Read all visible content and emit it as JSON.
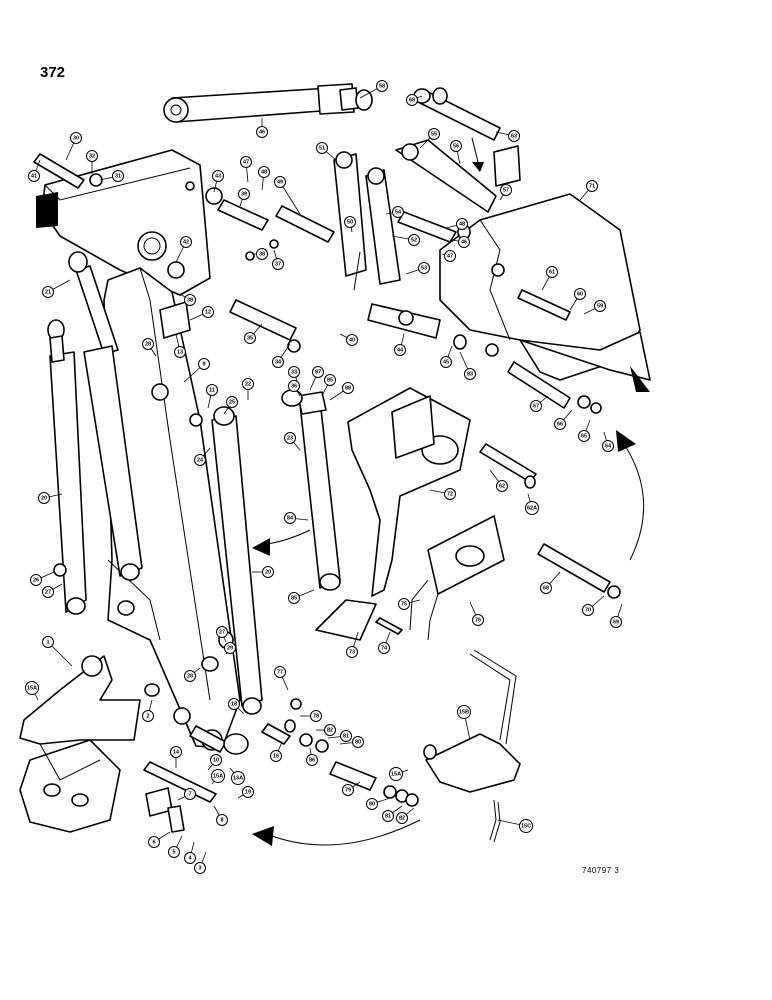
{
  "page": {
    "number": "372",
    "figure_code": "740797 3"
  },
  "callouts": [
    {
      "id": "c-58",
      "label": "58"
    },
    {
      "id": "c-46a",
      "label": "46"
    },
    {
      "id": "c-68a",
      "label": "68"
    },
    {
      "id": "c-63",
      "label": "63"
    },
    {
      "id": "c-30",
      "label": "30"
    },
    {
      "id": "c-32",
      "label": "32"
    },
    {
      "id": "c-41",
      "label": "41"
    },
    {
      "id": "c-31",
      "label": "31"
    },
    {
      "id": "c-43",
      "label": "43"
    },
    {
      "id": "c-47a",
      "label": "47"
    },
    {
      "id": "c-48a",
      "label": "48"
    },
    {
      "id": "c-39",
      "label": "39"
    },
    {
      "id": "c-49",
      "label": "49"
    },
    {
      "id": "c-51",
      "label": "51"
    },
    {
      "id": "c-55",
      "label": "55"
    },
    {
      "id": "c-56",
      "label": "56"
    },
    {
      "id": "c-57",
      "label": "57"
    },
    {
      "id": "c-71",
      "label": "71"
    },
    {
      "id": "c-50",
      "label": "50"
    },
    {
      "id": "c-54",
      "label": "54"
    },
    {
      "id": "c-52",
      "label": "52"
    },
    {
      "id": "c-48b",
      "label": "48"
    },
    {
      "id": "c-46b",
      "label": "46"
    },
    {
      "id": "c-47b",
      "label": "47"
    },
    {
      "id": "c-38a",
      "label": "38"
    },
    {
      "id": "c-37",
      "label": "37"
    },
    {
      "id": "c-42",
      "label": "42"
    },
    {
      "id": "c-53",
      "label": "53"
    },
    {
      "id": "c-61",
      "label": "61"
    },
    {
      "id": "c-60",
      "label": "60"
    },
    {
      "id": "c-59",
      "label": "59"
    },
    {
      "id": "c-21",
      "label": "21"
    },
    {
      "id": "c-38b",
      "label": "38"
    },
    {
      "id": "c-12",
      "label": "12"
    },
    {
      "id": "c-13",
      "label": "13"
    },
    {
      "id": "c-35",
      "label": "35"
    },
    {
      "id": "c-34",
      "label": "34"
    },
    {
      "id": "c-40",
      "label": "40"
    },
    {
      "id": "c-44",
      "label": "44"
    },
    {
      "id": "c-45",
      "label": "45"
    },
    {
      "id": "c-83",
      "label": "83"
    },
    {
      "id": "c-28a",
      "label": "28"
    },
    {
      "id": "c-9",
      "label": "9"
    },
    {
      "id": "c-33",
      "label": "33"
    },
    {
      "id": "c-36",
      "label": "36"
    },
    {
      "id": "c-87",
      "label": "87"
    },
    {
      "id": "c-88",
      "label": "88"
    },
    {
      "id": "c-67",
      "label": "67"
    },
    {
      "id": "c-66",
      "label": "66"
    },
    {
      "id": "c-65",
      "label": "65"
    },
    {
      "id": "c-64",
      "label": "64"
    },
    {
      "id": "c-11",
      "label": "11"
    },
    {
      "id": "c-25",
      "label": "25"
    },
    {
      "id": "c-22",
      "label": "22"
    },
    {
      "id": "c-85a",
      "label": "85"
    },
    {
      "id": "c-24",
      "label": "24"
    },
    {
      "id": "c-23",
      "label": "23"
    },
    {
      "id": "c-72",
      "label": "72"
    },
    {
      "id": "c-62",
      "label": "62"
    },
    {
      "id": "c-62a",
      "label": "62A"
    },
    {
      "id": "c-20a",
      "label": "20"
    },
    {
      "id": "c-84",
      "label": "84"
    },
    {
      "id": "c-20b",
      "label": "20"
    },
    {
      "id": "c-26",
      "label": "26"
    },
    {
      "id": "c-27a",
      "label": "27"
    },
    {
      "id": "c-85b",
      "label": "85"
    },
    {
      "id": "c-75",
      "label": "75"
    },
    {
      "id": "c-76",
      "label": "76"
    },
    {
      "id": "c-68b",
      "label": "68"
    },
    {
      "id": "c-70",
      "label": "70"
    },
    {
      "id": "c-69",
      "label": "69"
    },
    {
      "id": "c-73",
      "label": "73"
    },
    {
      "id": "c-74",
      "label": "74"
    },
    {
      "id": "c-1",
      "label": "1"
    },
    {
      "id": "c-15a",
      "label": "15A"
    },
    {
      "id": "c-27b",
      "label": "27"
    },
    {
      "id": "c-29",
      "label": "29"
    },
    {
      "id": "c-28b",
      "label": "28"
    },
    {
      "id": "c-77",
      "label": "77"
    },
    {
      "id": "c-2",
      "label": "2"
    },
    {
      "id": "c-18",
      "label": "18"
    },
    {
      "id": "c-78",
      "label": "78"
    },
    {
      "id": "c-82a",
      "label": "82"
    },
    {
      "id": "c-81a",
      "label": "81"
    },
    {
      "id": "c-80a",
      "label": "80"
    },
    {
      "id": "c-14",
      "label": "14"
    },
    {
      "id": "c-16",
      "label": "16"
    },
    {
      "id": "c-86",
      "label": "86"
    },
    {
      "id": "c-10",
      "label": "10"
    },
    {
      "id": "c-15b",
      "label": "15A"
    },
    {
      "id": "c-13a",
      "label": "13A"
    },
    {
      "id": "c-19",
      "label": "19"
    },
    {
      "id": "c-7",
      "label": "7"
    },
    {
      "id": "c-8",
      "label": "8"
    },
    {
      "id": "c-6",
      "label": "6"
    },
    {
      "id": "c-5",
      "label": "5"
    },
    {
      "id": "c-4",
      "label": "4"
    },
    {
      "id": "c-3",
      "label": "3"
    },
    {
      "id": "c-79",
      "label": "79"
    },
    {
      "id": "c-15c",
      "label": "15A"
    },
    {
      "id": "c-80b",
      "label": "80"
    },
    {
      "id": "c-81b",
      "label": "81"
    },
    {
      "id": "c-82b",
      "label": "82"
    },
    {
      "id": "c-15d",
      "label": "15B"
    },
    {
      "id": "c-15e",
      "label": "15C"
    }
  ]
}
